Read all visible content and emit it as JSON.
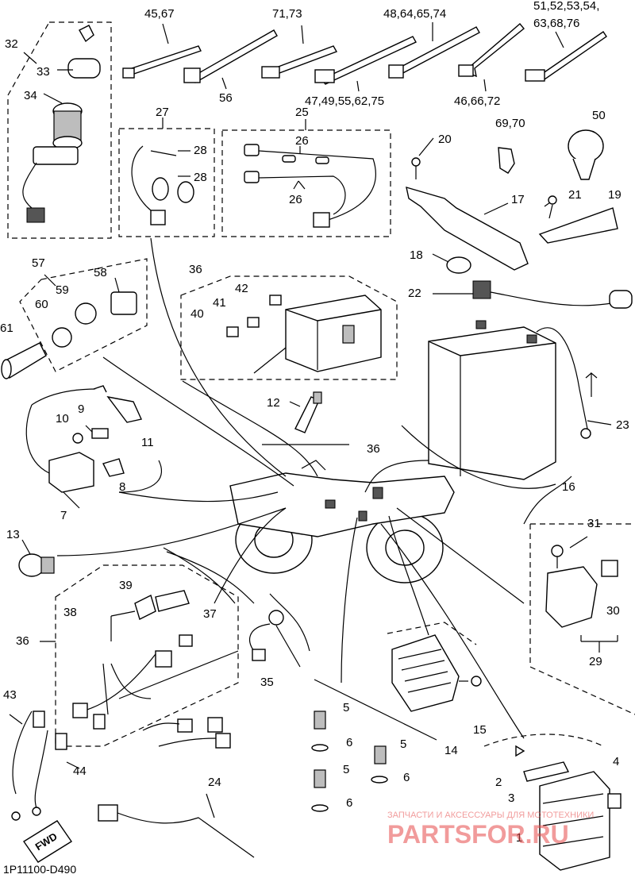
{
  "diagram": {
    "code": "1P11100-D490",
    "fwd_label": "FWD",
    "watermark": {
      "top": "ЗАПЧАСТИ И АКСЕССУАРЫ ДЛЯ МОТОТЕХНИКИ",
      "brand": "PARTSFOR.RU",
      "accent": "#e64a4a"
    },
    "labels": {
      "c45_67": "45,67",
      "c71_73": "71,73",
      "c48_64_65_74": "48,64,65,74",
      "c51_top": "51,52,53,54,",
      "c51_bot": "63,68,76",
      "c56": "56",
      "c47_49": "47,49,55,62,75",
      "c46_66_72": "46,66,72",
      "c32": "32",
      "c33": "33",
      "c34": "34",
      "c27": "27",
      "c28a": "28",
      "c28b": "28",
      "c25": "25",
      "c26a": "26",
      "c26b": "26",
      "c20": "20",
      "c69_70": "69,70",
      "c50": "50",
      "c17": "17",
      "c21": "21",
      "c19": "19",
      "c18": "18",
      "c22": "22",
      "c57": "57",
      "c58": "58",
      "c59": "59",
      "c60": "60",
      "c61": "61",
      "c36a": "36",
      "c42": "42",
      "c41": "41",
      "c40": "40",
      "c12": "12",
      "c36b": "36",
      "c10": "10",
      "c9": "9",
      "c11": "11",
      "c7": "7",
      "c8": "8",
      "c16": "16",
      "c23": "23",
      "c13": "13",
      "c31": "31",
      "c30": "30",
      "c29": "29",
      "c39": "39",
      "c38": "38",
      "c37": "37",
      "c36c": "36",
      "c35": "35",
      "c5a": "5",
      "c6a": "6",
      "c5b": "5",
      "c6b": "6",
      "c5c": "5",
      "c6c": "6",
      "c15": "15",
      "c14": "14",
      "c43": "43",
      "c44": "44",
      "c24": "24",
      "c2": "2",
      "c3": "3",
      "c4": "4",
      "c1": "1"
    }
  }
}
